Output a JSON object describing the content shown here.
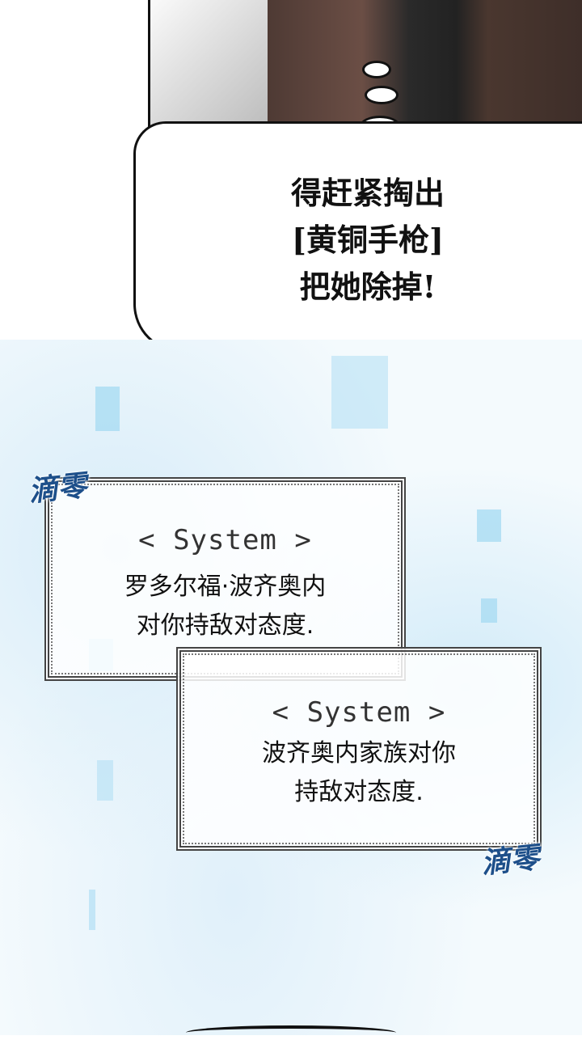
{
  "speech_bubble": {
    "lines": [
      "得赶紧掏出",
      "[黄铜手枪]",
      "把她除掉!"
    ]
  },
  "system_boxes": [
    {
      "title": "< System >",
      "lines": [
        "罗多尔福·波齐奥内",
        "对你持敌对态度."
      ]
    },
    {
      "title": "< System >",
      "lines": [
        "波齐奥内家族对你",
        "持敌对态度."
      ]
    }
  ],
  "sound_effects": [
    "滴零",
    "滴零"
  ],
  "colors": {
    "sfx": "#1d4f8a",
    "fog": "#d7ecf8",
    "accent_squares": "#a9dcf3"
  }
}
